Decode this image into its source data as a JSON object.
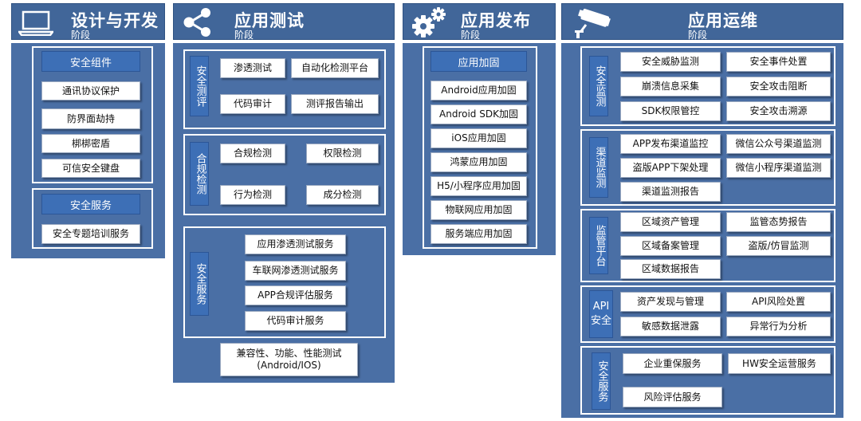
{
  "stages": [
    {
      "title": "设计与开发",
      "subtitle": "阶段",
      "icon": "laptop-icon"
    },
    {
      "title": "应用测试",
      "subtitle": "阶段",
      "icon": "share-icon"
    },
    {
      "title": "应用发布",
      "subtitle": "阶段",
      "icon": "gears-icon"
    },
    {
      "title": "应用运维",
      "subtitle": "阶段",
      "icon": "cctv-camera-icon"
    }
  ],
  "design": {
    "components": {
      "header": "安全组件",
      "items": [
        "通讯协议保护",
        "防界面劫持",
        "梆梆密盾",
        "可信安全键盘"
      ]
    },
    "services": {
      "header": "安全服务",
      "items": [
        "安全专题培训服务"
      ]
    }
  },
  "testing": {
    "evaluation": {
      "label": "安全测评",
      "items": [
        "渗透测试",
        "自动化检测平台",
        "代码审计",
        "测评报告输出"
      ]
    },
    "compliance": {
      "label": "合规检测",
      "items": [
        "合规检测",
        "权限检测",
        "行为检测",
        "成分检测"
      ]
    },
    "services": {
      "label": "安全服务",
      "items": [
        "应用渗透测试服务",
        "车联网渗透测试服务",
        "APP合规评估服务",
        "代码审计服务"
      ]
    },
    "compat": {
      "line1": "兼容性、功能、性能测试",
      "line2": "(Android/IOS)"
    }
  },
  "release": {
    "header": "应用加固",
    "items": [
      "Android应用加固",
      "Android SDK加固",
      "iOS应用加固",
      "鸿蒙应用加固",
      "H5/小程序应用加固",
      "物联网应用加固",
      "服务端应用加固"
    ]
  },
  "ops": {
    "security_monitoring": {
      "label": "安全监测",
      "items": [
        "安全威胁监测",
        "安全事件处置",
        "崩溃信息采集",
        "安全攻击阻断",
        "SDK权限管控",
        "安全攻击溯源"
      ]
    },
    "channel_monitoring": {
      "label": "渠道监测",
      "items": [
        "APP发布渠道监控",
        "微信公众号渠道监测",
        "盗版APP下架处理",
        "微信小程序渠道监测",
        "渠道监测报告"
      ]
    },
    "supervision": {
      "label": "监管平台",
      "items": [
        "区域资产管理",
        "监管态势报告",
        "区域备案管理",
        "盗版/仿冒监测",
        "区域数据报告"
      ]
    },
    "api": {
      "label": "API安全",
      "items": [
        "资产发现与管理",
        "API风险处置",
        "敏感数据泄露",
        "异常行为分析"
      ]
    },
    "services": {
      "label": "安全服务",
      "items": [
        "企业重保服务",
        "HW安全运营服务",
        "风险评估服务"
      ]
    }
  },
  "colors": {
    "column_bg": "#4a6fa5",
    "label_bg": "#3d6fb6",
    "item_bg": "#ffffff"
  }
}
